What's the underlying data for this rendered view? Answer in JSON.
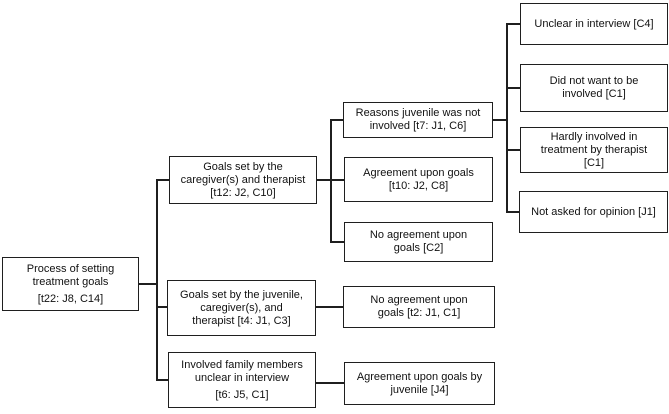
{
  "diagram": {
    "type": "tree",
    "colors": {
      "background": "#ffffff",
      "box_fill": "#ffffff",
      "box_border": "#1f1f1f",
      "text": "#111111"
    },
    "nodes": {
      "root": {
        "label": "Process of setting\ntreatment goals",
        "tag": "[t22: J8, C14]"
      },
      "goals_caregiver_therapist": {
        "label": "Goals set by the\ncaregiver(s) and therapist\n[t12: J2, C10]"
      },
      "goals_juvenile_caregiver_therapist": {
        "label": "Goals set by the juvenile,\ncaregiver(s), and\ntherapist [t4: J1, C3]"
      },
      "family_unclear": {
        "label": "Involved family members\nunclear in interview",
        "tag": "[t6: J5, C1]"
      },
      "reasons_not_involved": {
        "label": "Reasons juvenile was not\ninvolved [t7: J1, C6]"
      },
      "agreement_goals": {
        "label": "Agreement upon goals\n[t10: J2, C8]"
      },
      "no_agreement_c2": {
        "label": "No agreement upon\ngoals [C2]"
      },
      "no_agreement_t2": {
        "label": "No agreement upon\ngoals [t2: J1, C1]"
      },
      "agreement_juvenile": {
        "label": "Agreement upon goals by\njuvenile [J4]"
      },
      "unclear_interview": {
        "label": "Unclear in interview [C4]"
      },
      "did_not_want": {
        "label": "Did not want to be\ninvolved [C1]"
      },
      "hardly_involved": {
        "label": "Hardly involved in\ntreatment by therapist\n[C1]"
      },
      "not_asked": {
        "label": "Not asked for opinion [J1]"
      }
    },
    "structure": {
      "root": [
        "goals_caregiver_therapist",
        "goals_juvenile_caregiver_therapist",
        "family_unclear"
      ],
      "goals_caregiver_therapist": [
        "reasons_not_involved",
        "agreement_goals",
        "no_agreement_c2"
      ],
      "goals_juvenile_caregiver_therapist": [
        "no_agreement_t2"
      ],
      "family_unclear": [
        "agreement_juvenile"
      ],
      "reasons_not_involved": [
        "unclear_interview",
        "did_not_want",
        "hardly_involved",
        "not_asked"
      ]
    }
  }
}
